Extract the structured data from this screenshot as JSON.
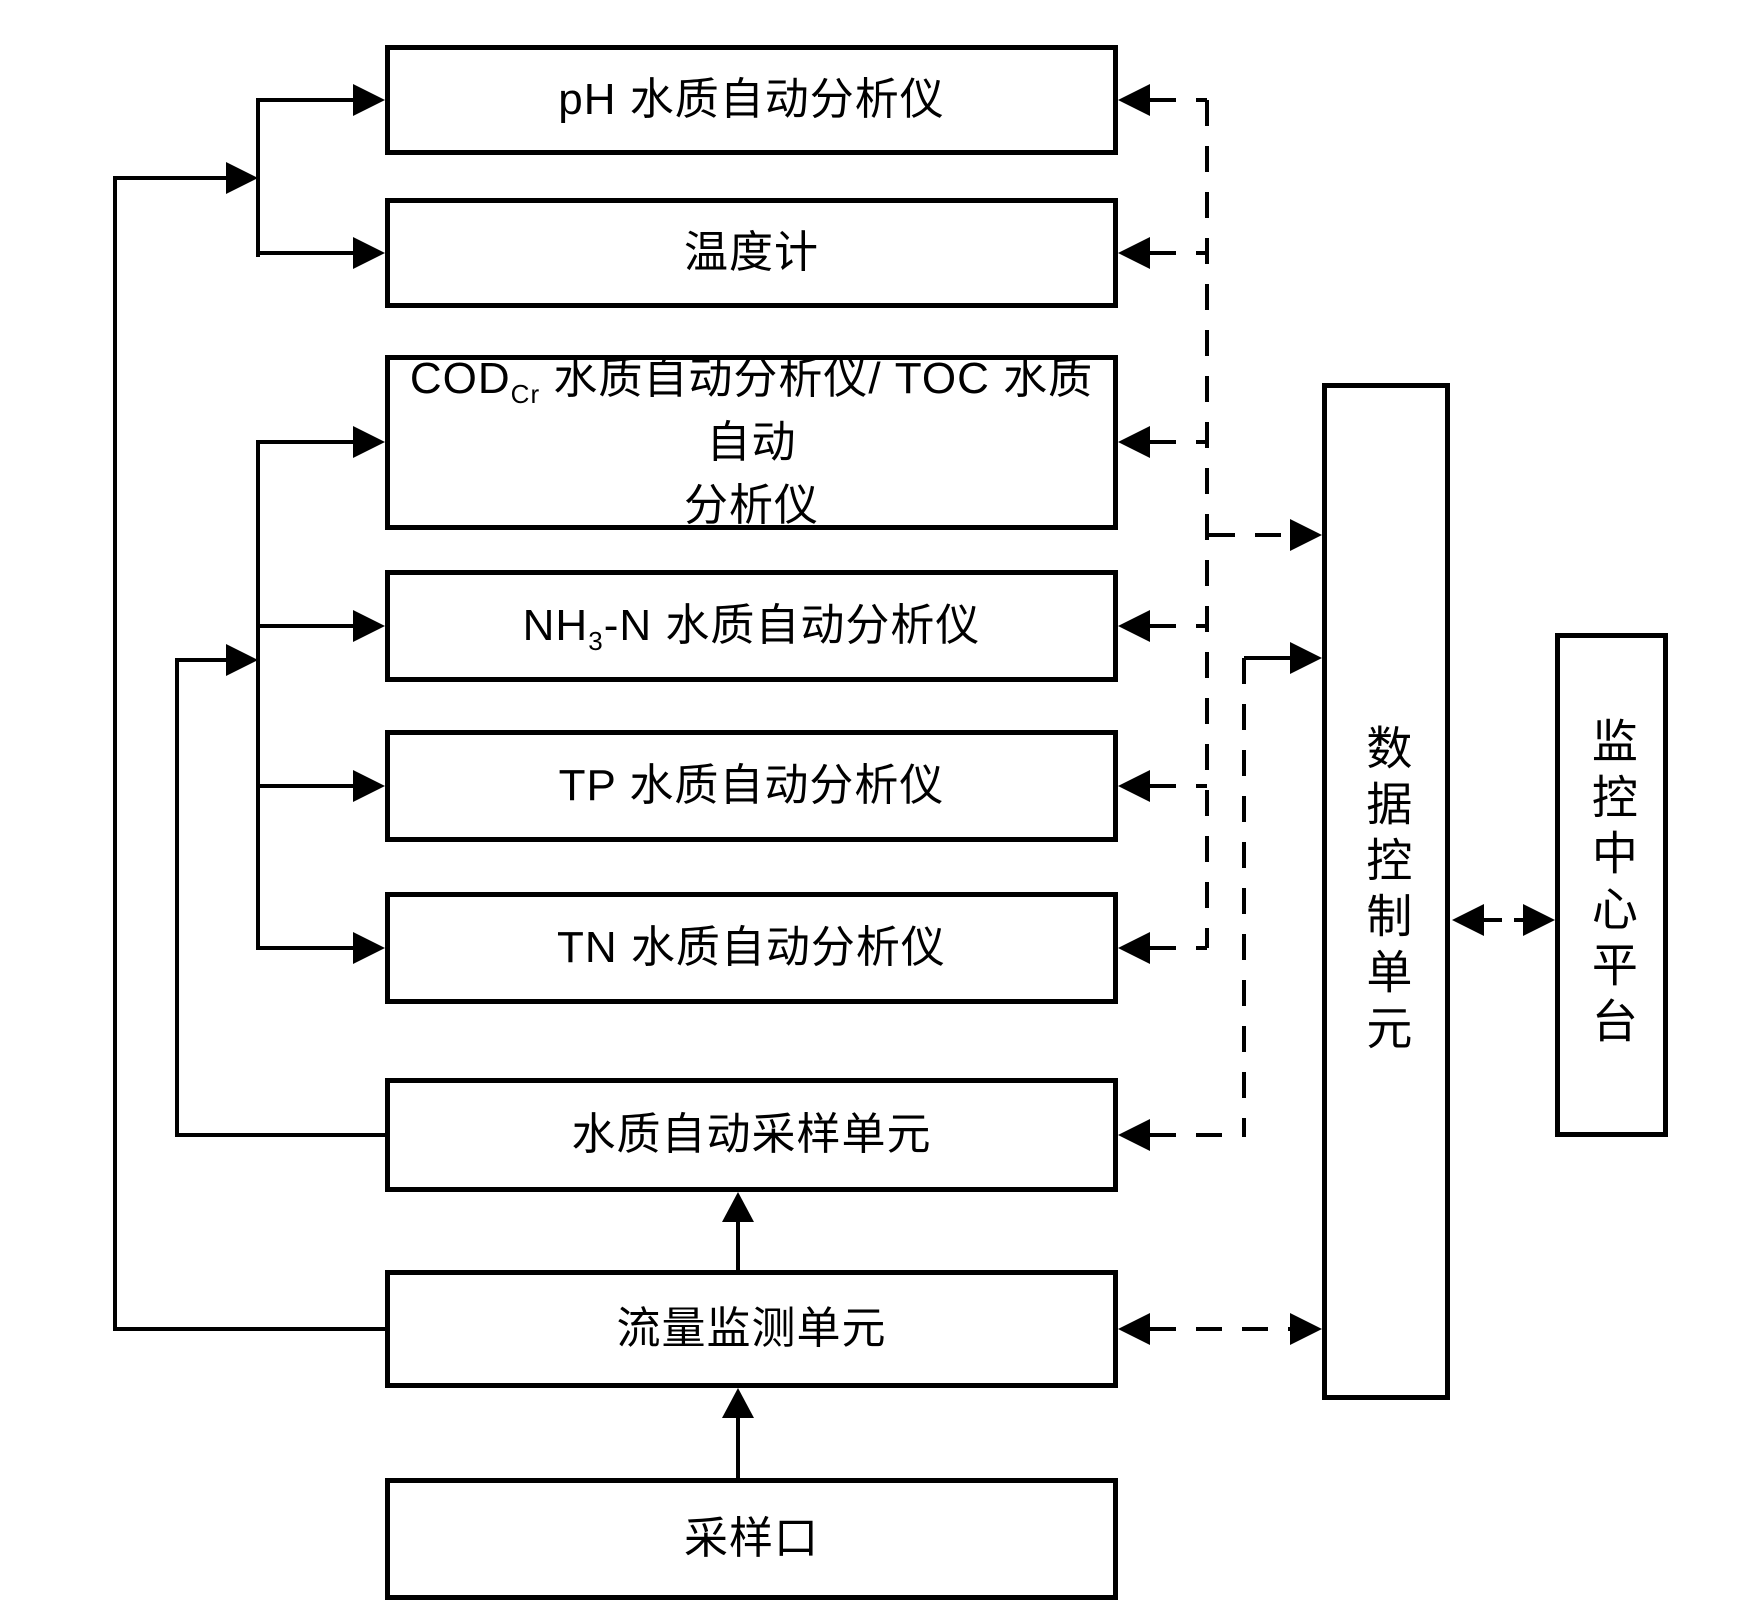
{
  "page": {
    "background_color": "#ffffff",
    "line_color": "#000000"
  },
  "boxes": {
    "ph_analyzer": {
      "label": "pH 水质自动分析仪"
    },
    "thermometer": {
      "label": "温度计"
    },
    "cod_toc_analyzer": {
      "pre": "COD",
      "sub": "Cr",
      "post": " 水质自动分析仪/ TOC 水质自动",
      "line2": "分析仪"
    },
    "nh3n_analyzer": {
      "pre": "NH",
      "sub": "3",
      "post": "-N 水质自动分析仪"
    },
    "tp_analyzer": {
      "label": "TP 水质自动分析仪"
    },
    "tn_analyzer": {
      "label": "TN 水质自动分析仪"
    },
    "auto_sampling_unit": {
      "label": "水质自动采样单元"
    },
    "flow_monitoring_unit": {
      "label": "流量监测单元"
    },
    "sampling_port": {
      "label": "采样口"
    },
    "data_control_unit": {
      "label": "数据控制单元"
    },
    "monitoring_center_platform": {
      "label": "监控中心平台"
    }
  }
}
